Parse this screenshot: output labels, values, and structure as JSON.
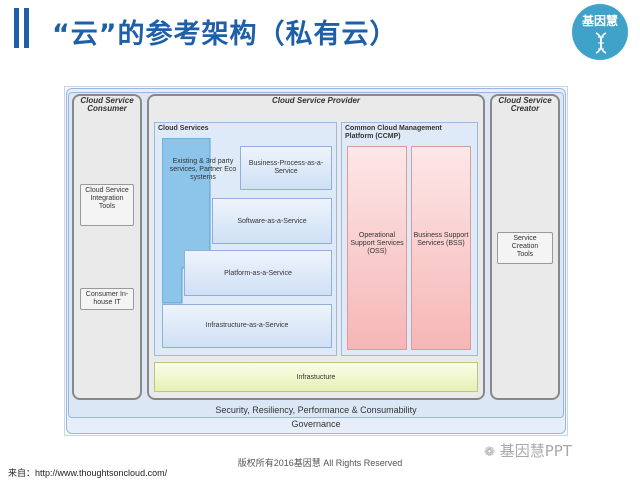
{
  "header": {
    "title": "“云”的参考架构（私有云）",
    "logo_text": "基因慧"
  },
  "diagram": {
    "consumer": {
      "title": "Cloud Service Consumer",
      "items": [
        "Cloud Service Integration Tools",
        "Consumer In-house IT"
      ]
    },
    "provider": {
      "title": "Cloud Service Provider",
      "cloud_services": {
        "title": "Cloud Services",
        "existing": "Existing & 3rd party services, Partner Eco systems",
        "bpaas": "Business-Process-as-a-Service",
        "saas": "Software-as-a-Service",
        "paas": "Platform-as-a-Service",
        "iaas": "Infrastructure-as-a-Service"
      },
      "ccmp": {
        "title": "Common Cloud Management Platform (CCMP)",
        "oss": "Operational Support Services (OSS)",
        "bss": "Business Support Services (BSS)"
      },
      "infrastructure": "Infrastucture"
    },
    "creator": {
      "title": "Cloud Service Creator",
      "items": [
        "Service Creation Tools"
      ]
    },
    "security": "Security, Resiliency, Performance & Consumability",
    "governance": "Governance"
  },
  "footer": {
    "copyright": "版权所有2016基因慧 All Rights Reserved",
    "source": "来自：http://www.thoughtsoncloud.com/",
    "watermark": "基因慧PPT"
  },
  "colors": {
    "accent": "#1e5fa8",
    "logo_bg": "#3fa3c9",
    "service_blue": "#7cbce8",
    "ccmp_pink": "#f6b6b6",
    "infra_yellow": "#eef6c8"
  }
}
